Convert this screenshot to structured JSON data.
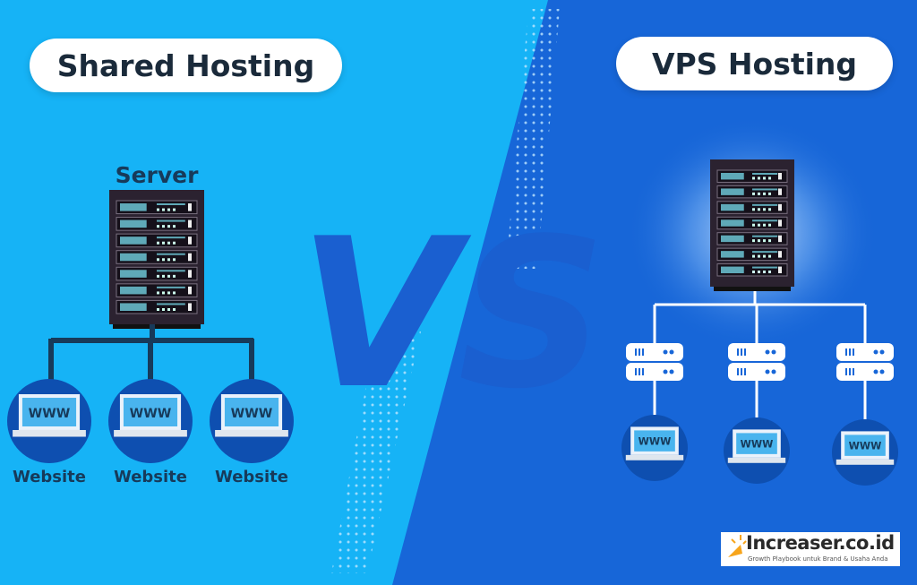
{
  "left": {
    "title": "Shared Hosting",
    "server_label": "Server",
    "websites": [
      {
        "screen_text": "WWW",
        "label": "Website"
      },
      {
        "screen_text": "WWW",
        "label": "Website"
      },
      {
        "screen_text": "WWW",
        "label": "Website"
      }
    ]
  },
  "center": {
    "vs_text": "VS"
  },
  "right": {
    "title": "VPS Hosting",
    "websites": [
      {
        "screen_text": "WWW"
      },
      {
        "screen_text": "WWW"
      },
      {
        "screen_text": "WWW"
      }
    ]
  },
  "watermark": {
    "name": "Increaser.co.id",
    "tagline": "Growth Playbook untuk Brand & Usaha Anda"
  },
  "colors": {
    "left_bg": "#16b3f6",
    "right_bg": "#1766d8",
    "vs": "#1a5fd0",
    "server_body": "#2b2230",
    "dark_line": "#173a5a"
  }
}
